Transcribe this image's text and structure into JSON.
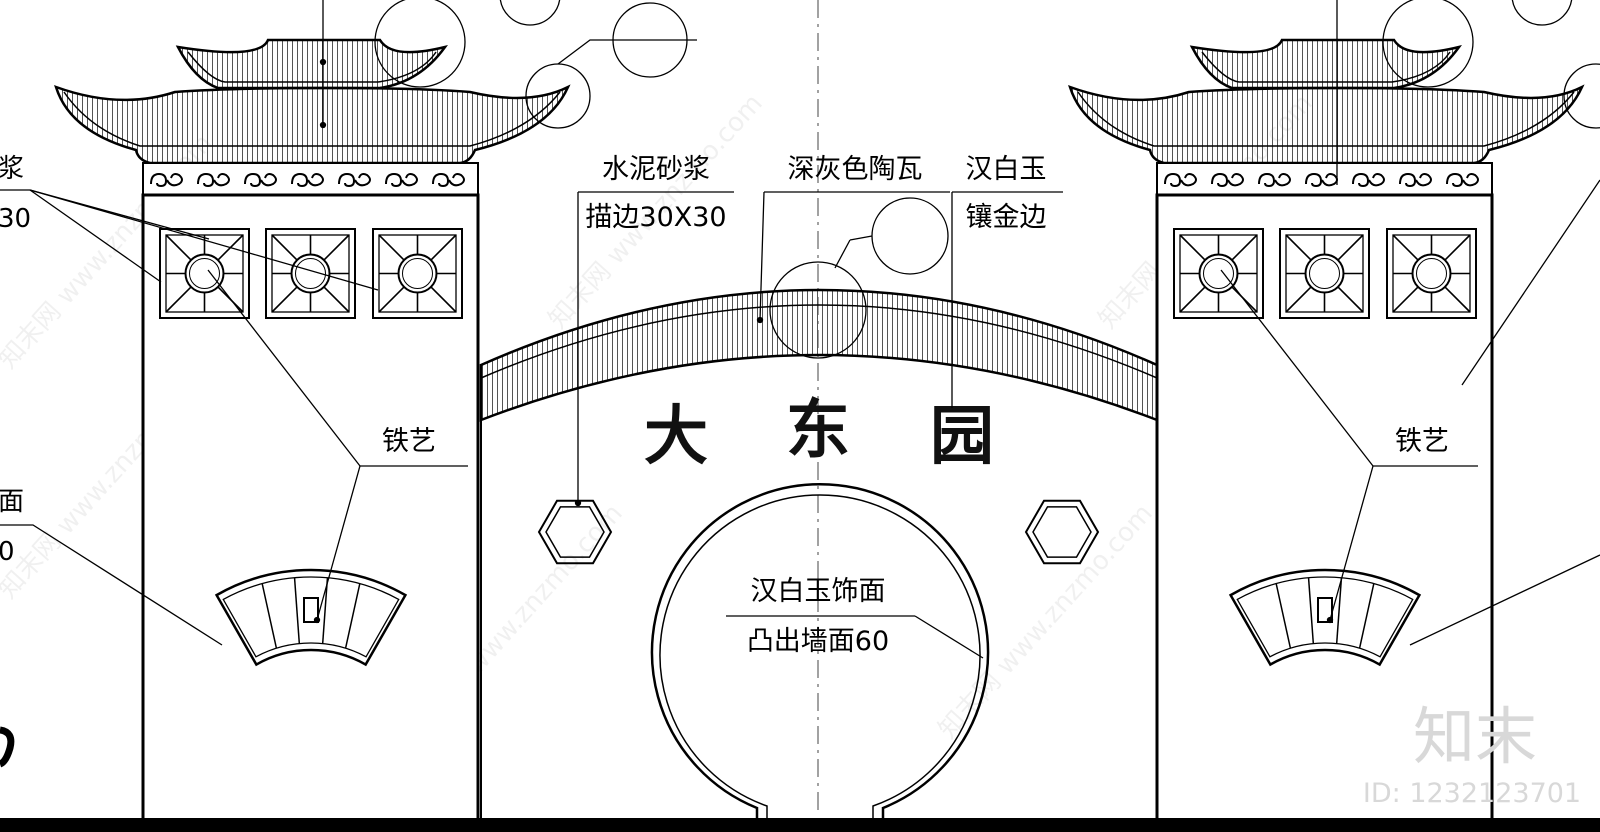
{
  "drawing": {
    "title_characters": [
      "大",
      "东",
      "园"
    ],
    "labels": {
      "left_edge_1": "浆",
      "left_edge_2": "30",
      "left_edge_3": "面",
      "left_edge_4": "0",
      "mortar_line1": "水泥砂浆",
      "mortar_line2": "描边30X30",
      "tile": "深灰色陶瓦",
      "jade_line1": "汉白玉",
      "jade_line2": "镶金边",
      "iron_left": "铁艺",
      "iron_right": "铁艺",
      "facing_line1": "汉白玉饰面",
      "facing_line2": "凸出墙面60"
    },
    "colors": {
      "line": "#000000",
      "hatch": "#555555",
      "background": "#ffffff",
      "watermark": "#000000"
    }
  },
  "watermark": {
    "logo": "知末",
    "id": "ID: 1232123701",
    "repeat_text": "知末网 www.znzmo.com"
  }
}
